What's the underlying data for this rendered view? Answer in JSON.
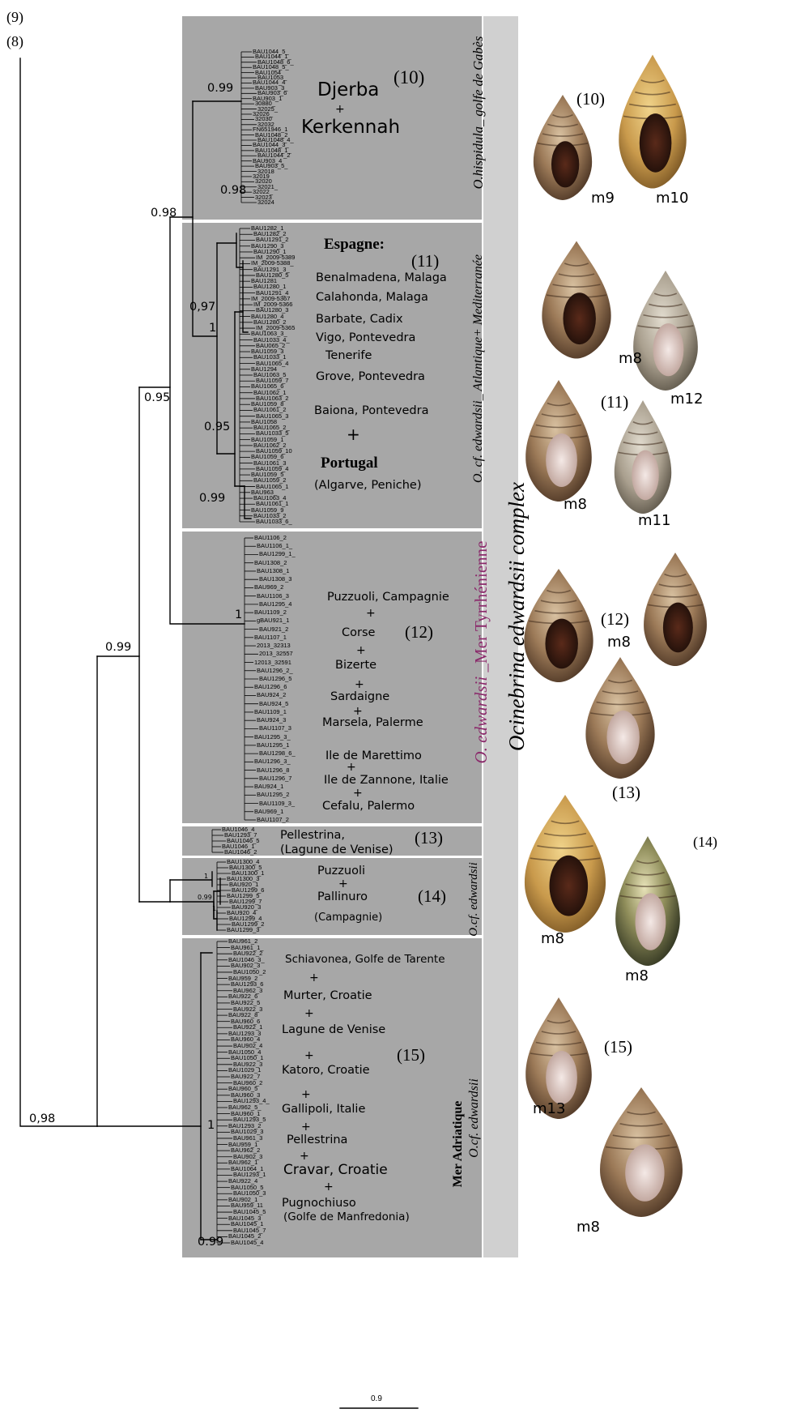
{
  "top_labels": [
    "(9)",
    "(8)"
  ],
  "scale_bar": {
    "label": "0.9"
  },
  "vertical_labels": {
    "complex": "Ocinebrina edwardsii complex",
    "clade10": "O.hispidula_ golfe de Gabès",
    "clade11": "O. cf. edwardsii_ Atlantique+ Mediterranée",
    "clade12_taxon": "O. edwardsii _",
    "clade12_region": "Mer Tyrrhénienne",
    "clade1314": "O.cf. edwardsii",
    "clade15_region": "Mer Adriatique",
    "clade15_taxon": "O.cf. edwardsii"
  },
  "support_values": [
    "0.99",
    "0.98",
    "0.98",
    "0,97",
    "1",
    "0.95",
    "0.99",
    "0.95",
    "1",
    "0.99",
    "1",
    "0.99",
    "0,98",
    "1",
    "0.99",
    "1"
  ],
  "clades": {
    "c10": {
      "number": "(10)",
      "tips": [
        "BAU1044_5_",
        "BAU1044_1_",
        "BAU1048_6_",
        "BAU1048_5_",
        "BAU1054",
        "BAU1053_",
        "BAU1044_4",
        "BAU903_3_",
        "BAU903_6",
        "BAU903_1",
        "30880_",
        "32025_",
        "32026_",
        "32030",
        "32032",
        "FN651946_1",
        "BAU1048_2",
        "BAU1048_4_",
        "BAU1044_3_",
        "BAU1048_1_",
        "BAU1044_2",
        "BAU903_4",
        "BAU903_5_",
        "32018",
        "32019",
        "32020",
        "32021_",
        "32022_",
        "32023",
        "32024"
      ],
      "places": [
        "Djerba",
        "+",
        "Kerkennah"
      ]
    },
    "c11": {
      "number": "(11)",
      "tips": [
        "BAU1282_1",
        "BAU1282_2",
        "BAU1291_2",
        "BAU1290_3",
        "BAU1290_1",
        "IM_2009-5389",
        "IM_2009-5388_",
        "BAU1291_3_",
        "BAU1280_5",
        "BAU1281",
        "BAU1280_1",
        "BAU1291_4",
        "IM_2009-5367",
        "IM_2009-5366",
        "BAU1280_3",
        "BAU1280_4",
        "BAU1280_2",
        "IM_2009-5365",
        "BAU1063_3_",
        "BAU1033_4_",
        "BAU065_2",
        "BAU1059_3",
        "BAU1033_1",
        "BAU1065_4",
        "BAU1294",
        "BAU1063_5",
        "BAU1059_7",
        "BAU1065_6",
        "BAU1062_1",
        "BAU1063_2",
        "BAU1059_8",
        "BAU1061_2",
        "BAU1065_3",
        "BAU1058",
        "BAU1065_2_",
        "BAU1033_5",
        "BAU1059_1",
        "BAU1062_2",
        "BAU1059_10",
        "BAU1059_6",
        "BAU1061_3",
        "BAU1059_4",
        "BAU1059_5",
        "BAU1059_2",
        "BAU1065_1",
        "BAU963_",
        "BAU1063_4",
        "BAU1061_1",
        "BAU1059_9",
        "BAU1033_2",
        "BAU1033_6_"
      ],
      "places": [
        "Espagne:",
        "Benalmadena, Malaga",
        "Calahonda, Malaga",
        "Barbate, Cadix",
        "Vigo, Pontevedra",
        "Tenerife",
        "Grove, Pontevedra",
        "Baiona, Pontevedra",
        "+",
        "Portugal",
        "(Algarve,  Peniche)"
      ]
    },
    "c12": {
      "number": "(12)",
      "tips": [
        "BAU1106_2",
        "BAU1106_1_",
        "BAU1299_1_",
        "BAU1308_2",
        "BAU1308_1",
        "BAU1308_3",
        "BAU969_2",
        "BAU1106_3",
        "BAU1295_4",
        "BAU1109_2",
        "gBAU921_1",
        "BAU921_2",
        "BAU1107_1",
        "2013_32313",
        "2013_32557",
        "12013_32591",
        "BAU1296_2_",
        "BAU1296_5",
        "BAU1296_6",
        "BAU924_2",
        "BAU924_5",
        "BAU1109_1",
        "BAU924_3",
        "BAU1107_3",
        "BAU1295_3_",
        "BAU1295_1",
        "BAU1298_6_",
        "BAU1296_3_",
        "BAU1296_8",
        "BAU1296_7",
        "BAU924_1",
        "BAU1295_2",
        "BAU1109_3_",
        "BAU969_1",
        "BAU1107_2"
      ],
      "places": [
        "Puzzuoli, Campagnie",
        "+",
        "Corse",
        "+",
        "Bizerte",
        "+",
        "Sardaigne",
        "+",
        "Marsela, Palerme",
        "Ile de Marettimo",
        "+",
        "Ile de Zannone, Italie",
        "+",
        "Cefalu, Palermo"
      ]
    },
    "c13": {
      "number": "(13)",
      "tips": [
        "BAU1046_4",
        "BAU1293_7",
        "BAU1046_5",
        "BAU1046_1",
        "BAU1046_2"
      ],
      "places": [
        "Pellestrina,",
        "(Lagune de Venise)"
      ]
    },
    "c14": {
      "number": "(14)",
      "tips": [
        "BAU1300_4",
        "BAU1300_5",
        "BAU1300_1",
        "BAU1300_3",
        "BAU920_1",
        "BAU1299_6",
        "BAU1299_5",
        "BAU1299_7",
        "BAU920_3",
        "BAU920_4",
        "BAU1299_4",
        "BAU1299_2",
        "BAU1299_3"
      ],
      "places": [
        "Puzzuoli",
        "+",
        "Pallinuro",
        "(Campagnie)"
      ]
    },
    "c15": {
      "number": "(15)",
      "tips": [
        "BAU961_2",
        "BAU961_1_",
        "BAU922_2",
        "BAU1046_3_",
        "BAU902_3",
        "BAU1050_2",
        "BAU959_2",
        "BAU1293_6",
        "BAU962_3",
        "BAU922_6",
        "BAU922_5",
        "BAU922_3",
        "BAU922_8",
        "BAU960_6",
        "BAU922_1",
        "BAU1293_3",
        "BAU960_4",
        "BAU902_4",
        "BAU1050_4",
        "BAU1050_1",
        "BAU922_3",
        "BAU1029_1",
        "BAU922_7",
        "BAU960_2",
        "BAU960_5",
        "BAU960_3",
        "BAU1293_4_",
        "BAU962_5_",
        "BAU960_1",
        "BAU1293_5",
        "BAU1293_2",
        "BAU1029_3",
        "BAU961_3",
        "BAU959_1",
        "BAU962_2",
        "BAU902_3",
        "BAU962_1",
        "BAU1064_1",
        "BAU1293_1",
        "BAU922_4",
        "BAU1050_5",
        "BAU1050_3",
        "BAU902_1",
        "BAU959_11",
        "BAU1045_5",
        "BAU1045_3",
        "BAU1045_1",
        "BAU1045_7",
        "BAU1045_2",
        "BAU1045_4"
      ],
      "places": [
        "Schiavonea, Golfe de Tarente",
        "+",
        "Murter, Croatie",
        "+",
        "Lagune de Venise",
        "+",
        "Katoro, Croatie",
        "+",
        "Gallipoli, Italie",
        "+",
        "Pellestrina",
        "+",
        "Cravar, Croatie",
        "+",
        "Pugnochiuso",
        "(Golfe de Manfredonia)"
      ]
    }
  },
  "photo_labels": [
    "(10)",
    "m9",
    "m10",
    "m8",
    "m12",
    "(11)",
    "m8",
    "m11",
    "(12)",
    "m8",
    "(13)",
    "(14)",
    "m8",
    "m8",
    "(15)",
    "m13",
    "m8"
  ],
  "colors": {
    "box": "#a7a7a7",
    "strip": "#d0d0d0",
    "purple": "#8b2a6b"
  }
}
